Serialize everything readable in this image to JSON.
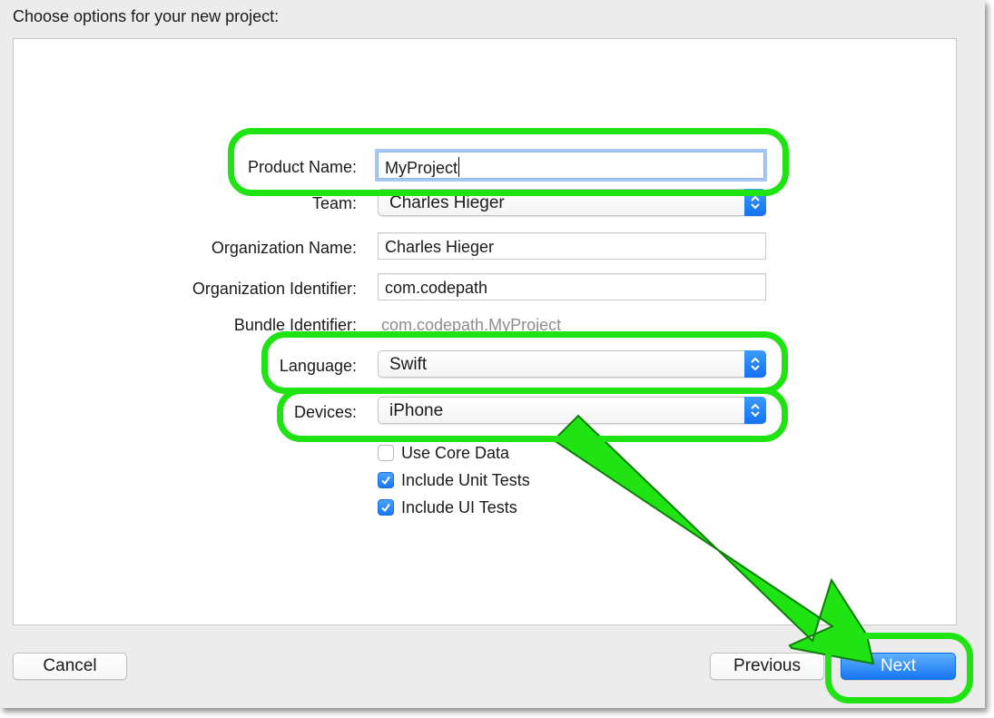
{
  "sheet": {
    "title": "Choose options for your new project:"
  },
  "form": {
    "product_name": {
      "label": "Product Name:",
      "value": "MyProject"
    },
    "team": {
      "label": "Team:",
      "value": "Charles Hieger"
    },
    "organization_name": {
      "label": "Organization Name:",
      "value": "Charles Hieger"
    },
    "organization_identifier": {
      "label": "Organization Identifier:",
      "value": "com.codepath"
    },
    "bundle_identifier": {
      "label": "Bundle Identifier:",
      "value": "com.codepath.MyProject"
    },
    "language": {
      "label": "Language:",
      "value": "Swift"
    },
    "devices": {
      "label": "Devices:",
      "value": "iPhone"
    },
    "options": [
      {
        "label": "Use Core Data",
        "checked": false
      },
      {
        "label": "Include Unit Tests",
        "checked": true
      },
      {
        "label": "Include UI Tests",
        "checked": true
      }
    ]
  },
  "buttons": {
    "cancel": "Cancel",
    "previous": "Previous",
    "next": "Next"
  },
  "icons": {
    "popup": "up-down-chevron-icon",
    "checkmark": "checkmark-icon",
    "arrow": "arrow-icon"
  },
  "colors": {
    "accent": "#1677f2",
    "highlight": "#1fe312"
  }
}
